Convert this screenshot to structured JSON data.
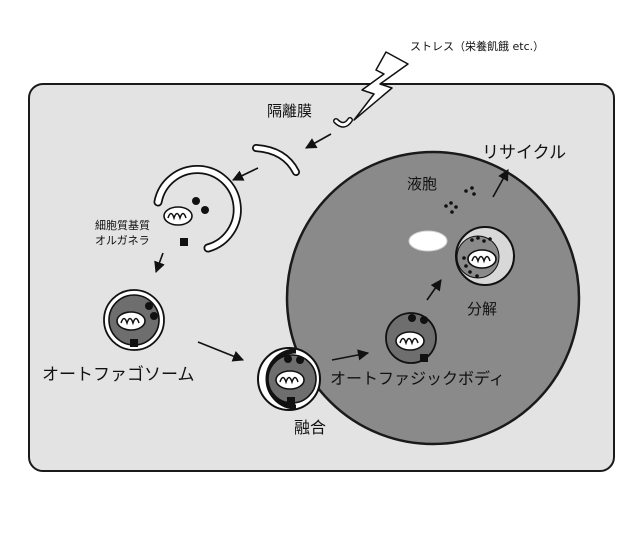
{
  "labels": {
    "stress": "ストレス（栄養飢餓 etc.）",
    "isolation_membrane": "隔離膜",
    "recycle": "リサイクル",
    "vacuole": "液胞",
    "cytoplasm": "細胞質基質",
    "organelle": "オルガネラ",
    "autophagosome": "オートファゴソーム",
    "autophagic_body": "オートファジックボディ",
    "degradation": "分解",
    "fusion": "融合"
  },
  "colors": {
    "cell": "#e3e3e3",
    "vacuole": "#8a8a8a",
    "outline": "#1a1a1a",
    "inner_dark": "#6e6e6e",
    "white": "#ffffff"
  },
  "icons": {
    "stress": "lightning-bolt-icon",
    "mitochondrion": "mitochondrion-icon"
  }
}
